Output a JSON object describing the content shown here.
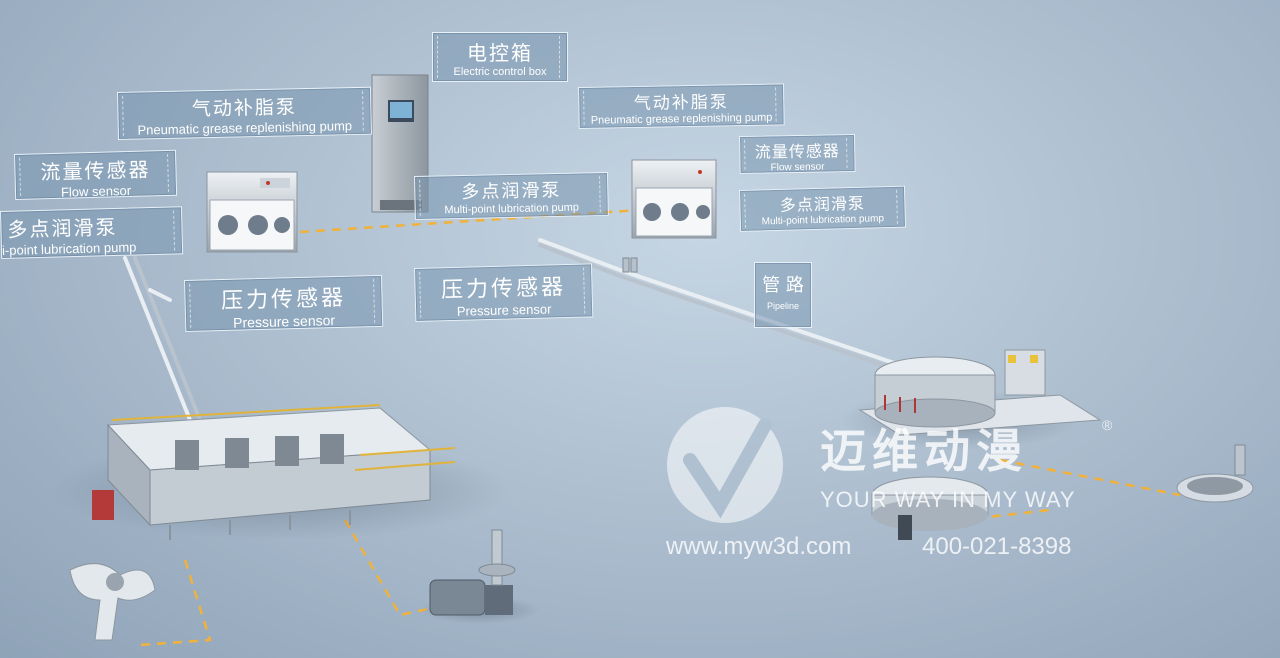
{
  "labels": {
    "electric_box": {
      "zh": "电控箱",
      "en": "Electric control box"
    },
    "grease_pump_left": {
      "zh": "气动补脂泵",
      "en": "Pneumatic grease replenishing pump"
    },
    "grease_pump_right": {
      "zh": "气动补脂泵",
      "en": "Pneumatic grease replenishing pump"
    },
    "flow_sensor_left": {
      "zh": "流量传感器",
      "en": "Flow sensor"
    },
    "flow_sensor_right": {
      "zh": "流量传感器",
      "en": "Flow sensor"
    },
    "multipoint_left": {
      "zh": "多点润滑泵",
      "en": "i-point lubrication pump"
    },
    "multipoint_center": {
      "zh": "多点润滑泵",
      "en": "Multi-point lubrication pump"
    },
    "multipoint_right": {
      "zh": "多点润滑泵",
      "en": "Multi-point lubrication pump"
    },
    "pressure_left": {
      "zh": "压力传感器",
      "en": "Pressure sensor"
    },
    "pressure_center": {
      "zh": "压力传感器",
      "en": "Pressure sensor"
    },
    "pipeline": {
      "zh": "管 路",
      "en": "Pipeline"
    }
  },
  "watermark": {
    "brand": "迈维动漫",
    "registered": "®",
    "slogan": "YOUR WAY  IN  MY WAY",
    "website": "www.myw3d.com",
    "phone": "400-021-8398"
  },
  "colors": {
    "dashed_link": "#f0b23a",
    "label_border": "#e8f1f8",
    "label_fill": "#7896af"
  }
}
